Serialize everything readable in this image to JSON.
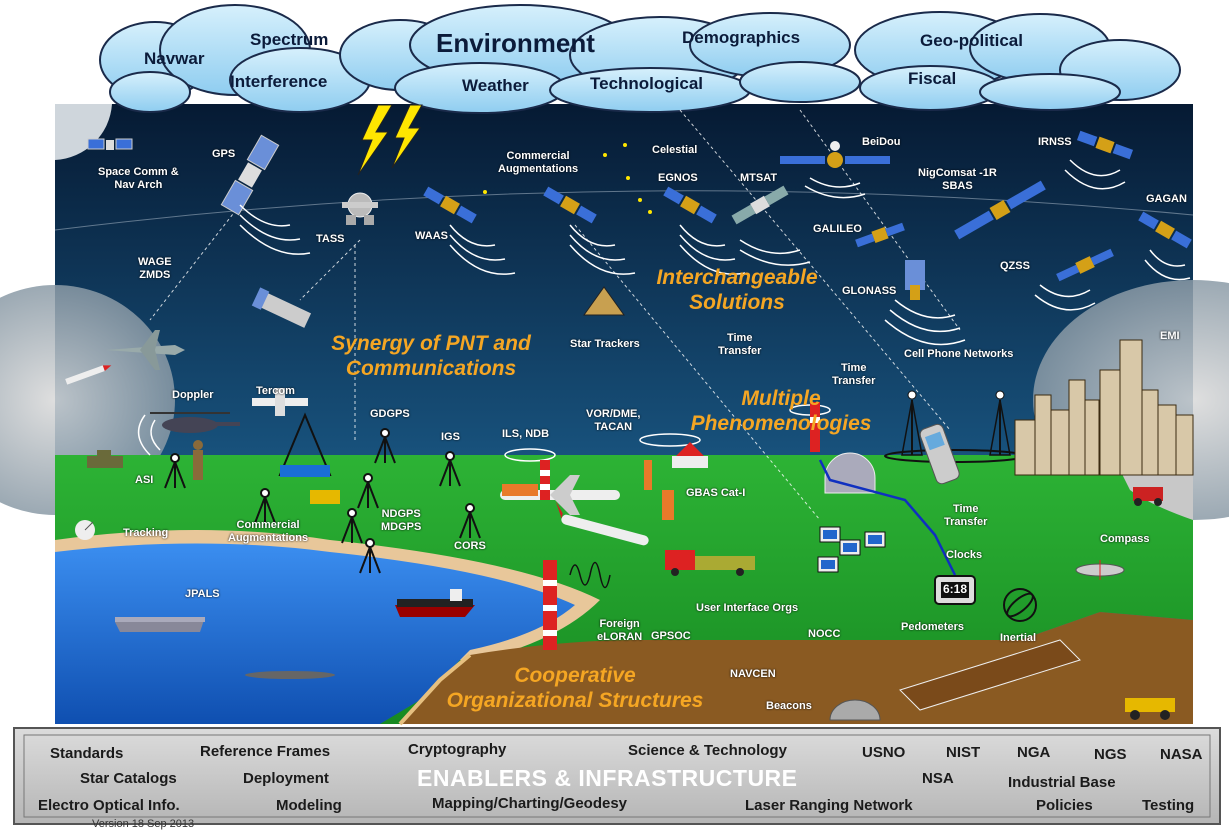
{
  "clouds": {
    "navwar": "Navwar",
    "spectrum": "Spectrum",
    "interference": "Interference",
    "environment": "Environment",
    "demographics": "Demographics",
    "weather": "Weather",
    "technological": "Technological",
    "geopolitical": "Geo-political",
    "fiscal": "Fiscal"
  },
  "space": {
    "space_comm": "Space Comm &",
    "nav_arch": "Nav Arch",
    "gps": "GPS",
    "tass": "TASS",
    "waas": "WAAS",
    "commercial_aug1": "Commercial",
    "commercial_aug2": "Augmentations",
    "celestial": "Celestial",
    "egnos": "EGNOS",
    "mtsat": "MTSAT",
    "beidou": "BeiDou",
    "nigcomsat1": "NigComsat -1R",
    "nigcomsat2": "SBAS",
    "irnss": "IRNSS",
    "gagan": "GAGAN",
    "galileo": "GALILEO",
    "qzss": "QZSS",
    "glonass": "GLONASS",
    "wage": "WAGE",
    "zmds": "ZMDS",
    "star_trackers": "Star Trackers",
    "time_transfer_a1": "Time",
    "time_transfer_a2": "Transfer",
    "time_transfer_b1": "Time",
    "time_transfer_b2": "Transfer",
    "cell_networks": "Cell Phone Networks",
    "emi": "EMI"
  },
  "ground": {
    "doppler": "Doppler",
    "tercom": "Tercom",
    "gdgps": "GDGPS",
    "igs": "IGS",
    "ils_ndb": "ILS, NDB",
    "vor1": "VOR/DME,",
    "vor2": "TACAN",
    "asi": "ASI",
    "tracking": "Tracking",
    "comm_aug1": "Commercial",
    "comm_aug2": "Augmentations",
    "ndgps": "NDGPS",
    "mdgps": "MDGPS",
    "cors": "CORS",
    "gbas": "GBAS Cat-I",
    "time_transfer_c1": "Time",
    "time_transfer_c2": "Transfer",
    "clocks": "Clocks",
    "compass": "Compass",
    "jpals": "JPALS",
    "user_interface": "User Interface Orgs",
    "foreign1": "Foreign",
    "foreign2": "eLORAN",
    "gpsoc": "GPSOC",
    "nocc": "NOCC",
    "navcen": "NAVCEN",
    "pedometers": "Pedometers",
    "inertial": "Inertial",
    "beacons": "Beacons",
    "clock_display": "6:18"
  },
  "themes": {
    "interchangeable1": "Interchangeable",
    "interchangeable2": "Solutions",
    "synergy1": "Synergy of PNT and",
    "synergy2": "Communications",
    "multiple1": "Multiple",
    "multiple2": "Phenomenologies",
    "cooperative1": "Cooperative",
    "cooperative2": "Organizational  Structures"
  },
  "enablers": {
    "title": "ENABLERS & INFRASTRUCTURE",
    "standards": "Standards",
    "reference_frames": "Reference Frames",
    "cryptography": "Cryptography",
    "science_tech": "Science & Technology",
    "usno": "USNO",
    "nist": "NIST",
    "nga": "NGA",
    "ngs": "NGS",
    "nasa": "NASA",
    "star_catalogs": "Star Catalogs",
    "deployment": "Deployment",
    "nsa": "NSA",
    "industrial_base": "Industrial Base",
    "electro_optical": "Electro Optical Info.",
    "modeling": "Modeling",
    "mapping": "Mapping/Charting/Geodesy",
    "laser_ranging": "Laser Ranging Network",
    "policies": "Policies",
    "testing": "Testing"
  },
  "version": "Version 18 Sep 2013",
  "colors": {
    "sky_top": "#061a33",
    "sky_bottom": "#2c7fa8",
    "ground": "#1f9e2a",
    "water": "#1b6fd6",
    "sand": "#e8c79a",
    "earth": "#8a5a22",
    "theme_text": "#f5a623",
    "cloud": "#a8dcf5",
    "enablers_bg": "#c9c9c9"
  }
}
